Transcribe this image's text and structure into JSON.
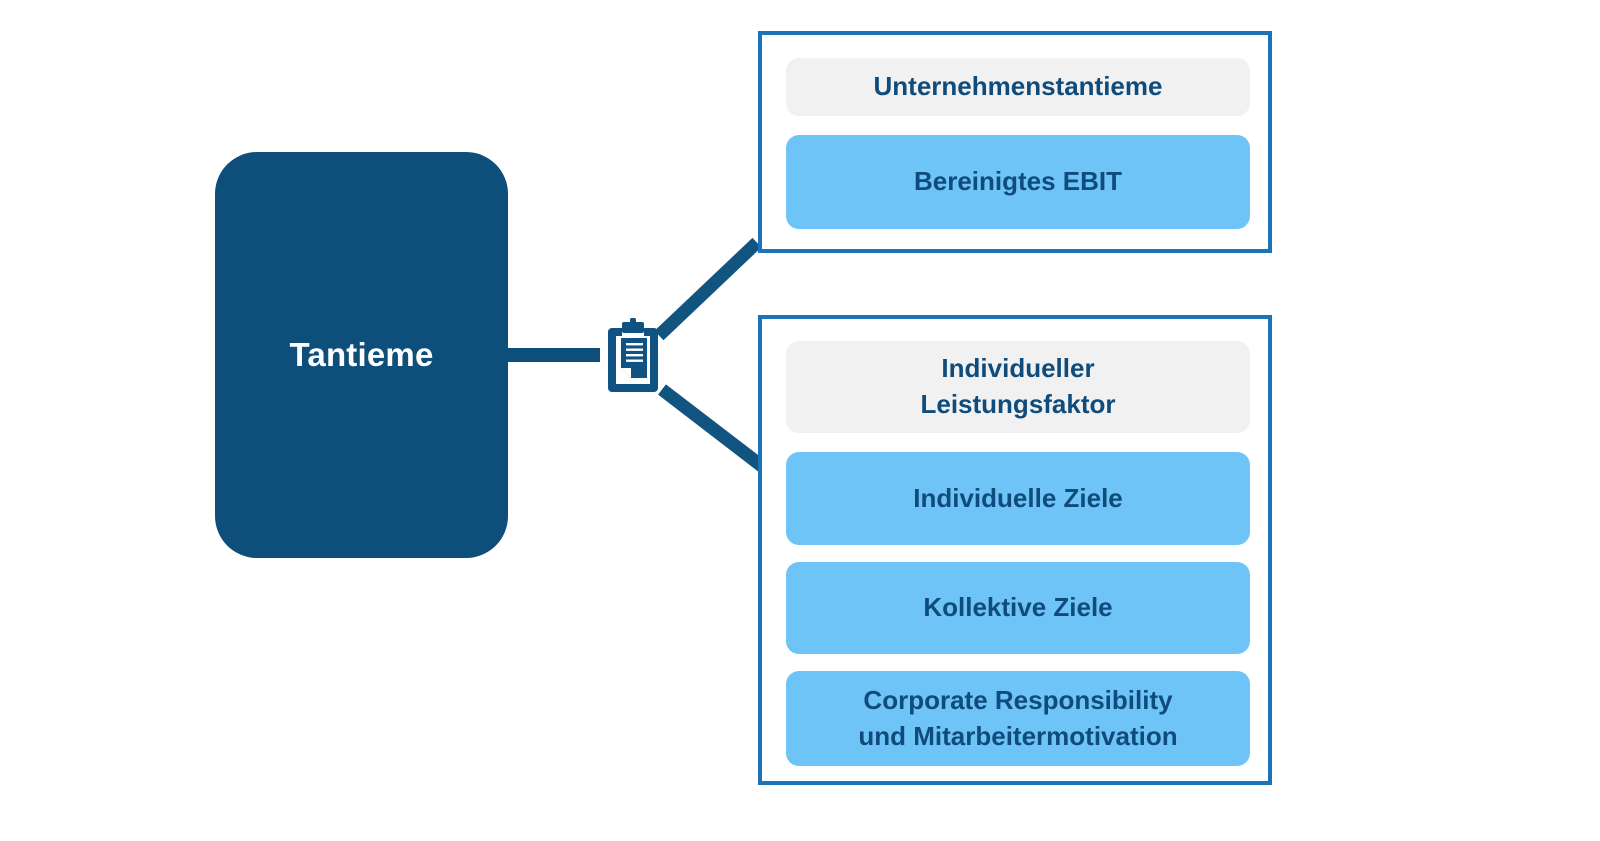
{
  "diagram": {
    "root": {
      "label": "Tantieme",
      "shape": "rounded-rect",
      "fill": "#0d4e7a",
      "text_color": "#ffffff"
    },
    "hub_icon": {
      "name": "clipboard-document-icon",
      "color": "#0f5283"
    },
    "connectors": [
      {
        "name": "root-to-hub",
        "type": "horizontal",
        "color": "#0d4e7a"
      },
      {
        "name": "hub-to-group-top",
        "type": "diagonal-up",
        "color": "#11547f"
      },
      {
        "name": "hub-to-group-bottom",
        "type": "diagonal-down",
        "color": "#11547f"
      }
    ],
    "groups": [
      {
        "name": "unternehmenstantieme-group",
        "border_color": "#1b74b8",
        "items": [
          {
            "label": "Unternehmenstantieme",
            "style": "header",
            "fill": "#f1f1f1"
          },
          {
            "label": "Bereinigtes EBIT",
            "style": "value",
            "fill": "#6fc4f7"
          }
        ]
      },
      {
        "name": "individueller-leistungsfaktor-group",
        "border_color": "#1b74b8",
        "items": [
          {
            "label": "Individueller\nLeistungsfaktor",
            "style": "header",
            "fill": "#f1f1f1"
          },
          {
            "label": "Individuelle Ziele",
            "style": "value",
            "fill": "#6fc4f7"
          },
          {
            "label": "Kollektive Ziele",
            "style": "value",
            "fill": "#6fc4f7"
          },
          {
            "label": "Corporate Responsibility\nund Mitarbeitermotivation",
            "style": "value",
            "fill": "#6fc4f7"
          }
        ]
      }
    ],
    "colors": {
      "navy": "#0d4e7a",
      "border_blue": "#1b74b8",
      "light_blue": "#6fc4f7",
      "grey": "#f1f1f1",
      "text_blue": "#0f4c7c",
      "background": "#ffffff"
    }
  }
}
